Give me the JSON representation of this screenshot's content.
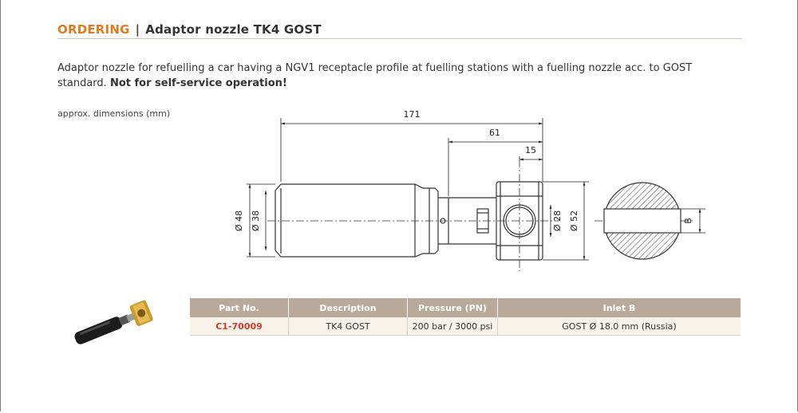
{
  "header": {
    "section": "ORDERING",
    "separator": "|",
    "title": "Adaptor nozzle TK4 GOST"
  },
  "description": {
    "text": "Adaptor nozzle for refuelling a car having a NGV1 receptacle profile at fuelling stations with a fuelling nozzle acc. to GOST standard.",
    "emphasis": "Not for self-service operation!"
  },
  "dimensions_note": "approx. dimensions (mm)",
  "drawing": {
    "dim_171": "171",
    "dim_61": "61",
    "dim_15": "15",
    "dim_d48": "Ø 48",
    "dim_d38": "Ø 38",
    "dim_d28": "Ø 28",
    "dim_d52": "Ø 52",
    "dim_b": "B"
  },
  "table": {
    "headers": [
      "Part No.",
      "Description",
      "Pressure (PN)",
      "Inlet B"
    ],
    "rows": [
      [
        "C1-70009",
        "TK4 GOST",
        "200 bar / 3000 psi",
        "GOST Ø 18.0 mm (Russia)"
      ]
    ]
  },
  "colors": {
    "accent": "#e07a1f",
    "table_header": "#b8a99a",
    "table_row": "#f7f2ea",
    "part_number": "#d33a2a"
  }
}
